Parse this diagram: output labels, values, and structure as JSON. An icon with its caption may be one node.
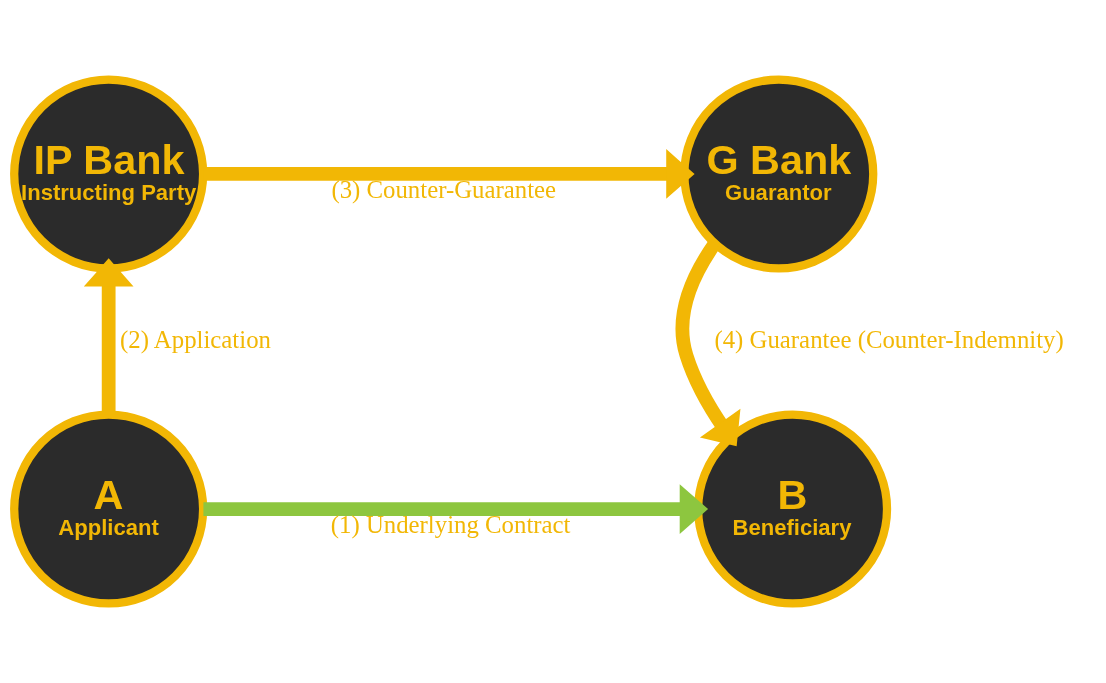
{
  "diagram": {
    "nodes": [
      {
        "text": [
          "IP Bank",
          "Instructing Party"
        ]
      },
      {
        "text": [
          "G Bank",
          "Guarantor"
        ]
      },
      {
        "text": [
          "A",
          "Applicant"
        ]
      },
      {
        "text": [
          "B",
          "Beneficiary"
        ]
      }
    ],
    "edges": [
      {
        "from": 0,
        "to": 1,
        "arrow": "to",
        "label": "(3) Counter-Guarantee"
      },
      {
        "from": 2,
        "to": 0,
        "arrow": "to",
        "label": "(2) Application"
      },
      {
        "from": 1,
        "to": 3,
        "arrow": "to",
        "label": "(4) Guarantee (Counter-Indemnity)"
      },
      {
        "from": 2,
        "to": 3,
        "arrow": "to",
        "label": "(1) Underlying Contract",
        "color": "#8dc63f"
      }
    ]
  }
}
